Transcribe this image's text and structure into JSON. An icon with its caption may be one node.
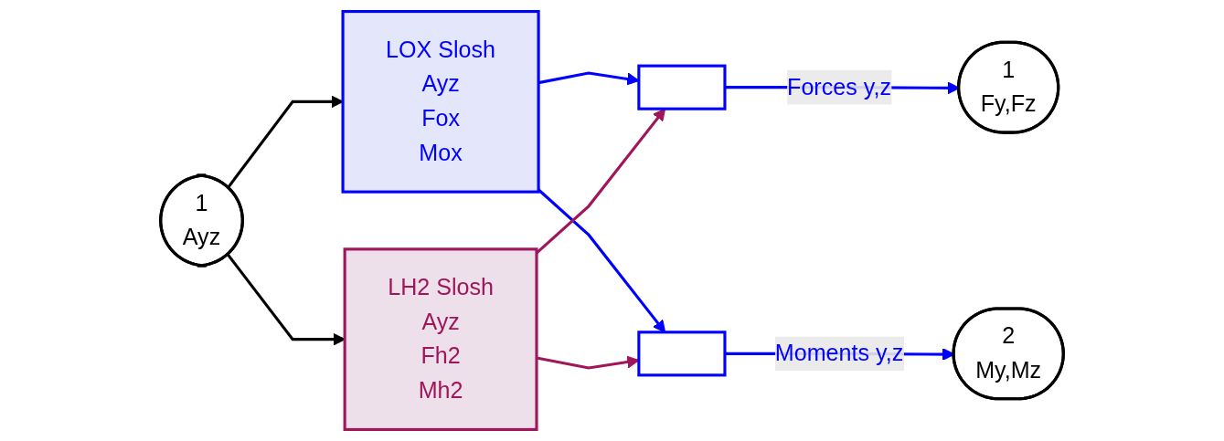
{
  "diagram": {
    "nodes": [
      {
        "text": [
          "1",
          "Ayz"
        ]
      },
      {
        "text": [
          "LOX Slosh",
          "Ayz",
          "Fox",
          "Mox"
        ]
      },
      {
        "text": [
          "LH2 Slosh",
          "Ayz",
          "Fh2",
          "Mh2"
        ]
      },
      {
        "text": [],
        "shape": "bar"
      },
      {
        "text": [],
        "shape": "bar"
      },
      {
        "text": [
          "1",
          "Fy,Fz"
        ]
      },
      {
        "text": [
          "2",
          "My,Mz"
        ]
      }
    ],
    "edges": [
      {
        "from": 0,
        "to": 1,
        "arrow": "to",
        "color": "#000000"
      },
      {
        "from": 0,
        "to": 2,
        "arrow": "to",
        "color": "#000000"
      },
      {
        "from": 1,
        "to": 3,
        "arrow": "to",
        "color": "#0000ff"
      },
      {
        "from": 1,
        "to": 4,
        "arrow": "to",
        "color": "#0000ff"
      },
      {
        "from": 2,
        "to": 3,
        "arrow": "to",
        "color": "#a0165a"
      },
      {
        "from": 2,
        "to": 4,
        "arrow": "to",
        "color": "#a0165a"
      },
      {
        "from": 3,
        "to": 5,
        "arrow": "to",
        "label": "Forces y,z",
        "color": "#0000ff"
      },
      {
        "from": 4,
        "to": 6,
        "arrow": "to",
        "label": "Moments y,z",
        "color": "#0000ff"
      }
    ]
  }
}
